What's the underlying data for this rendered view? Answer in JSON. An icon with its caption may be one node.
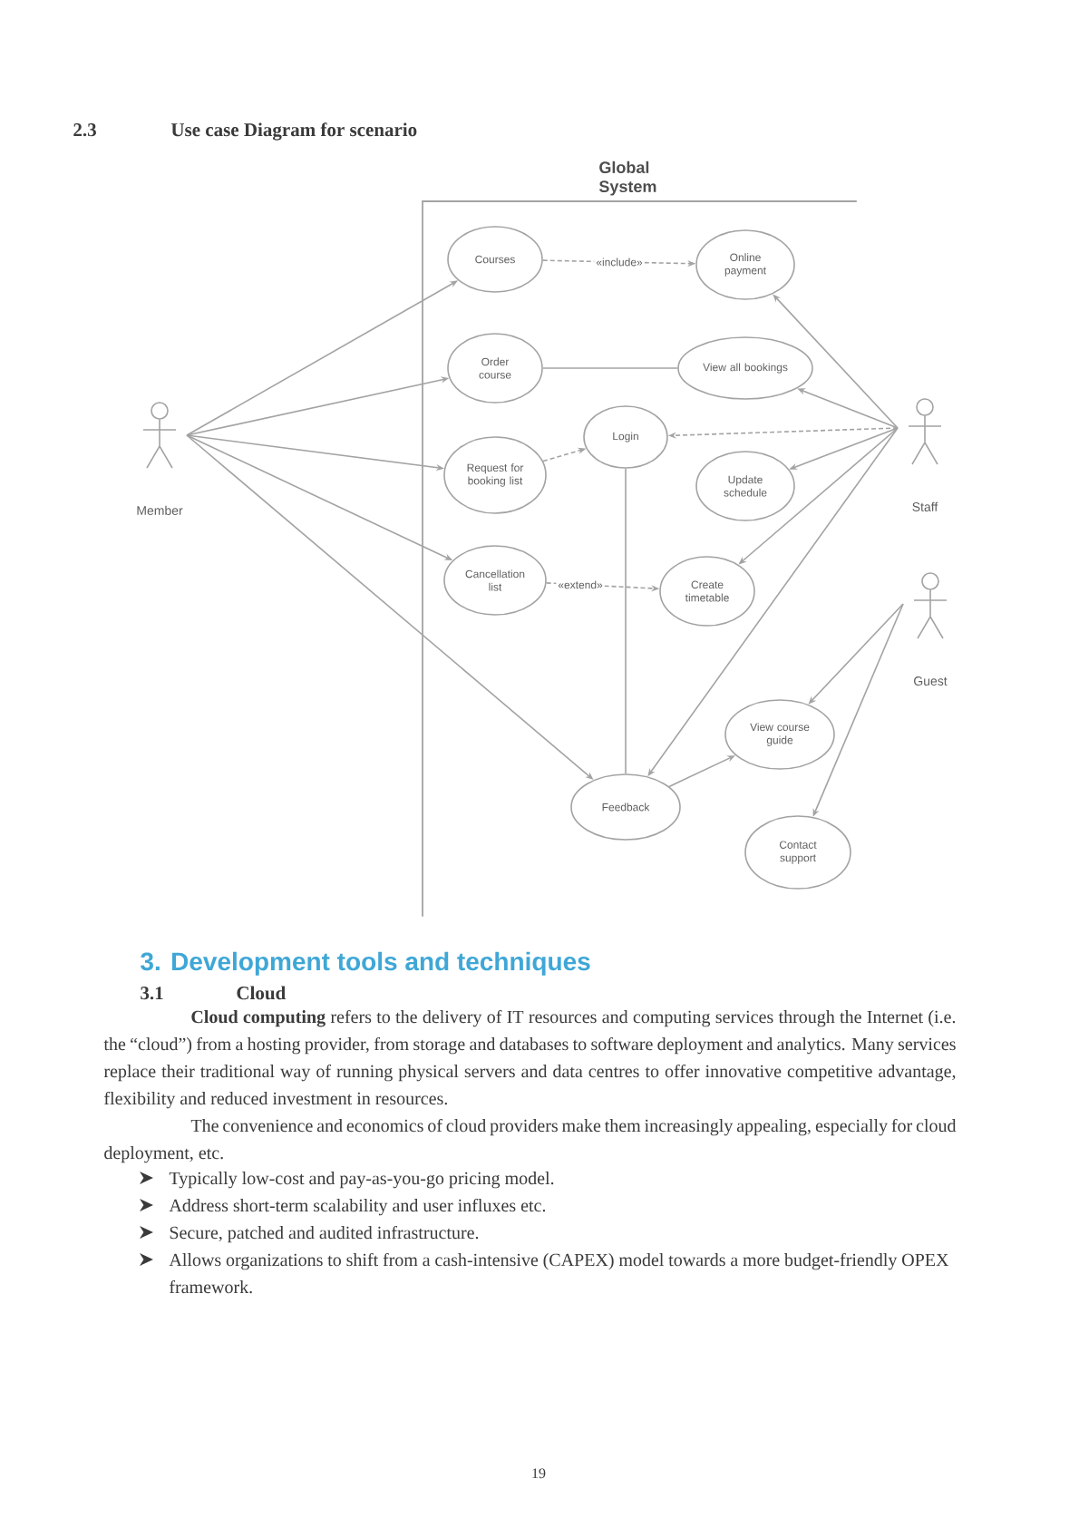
{
  "diagram": {
    "nodes": [
      {
        "text": [
          "Global System"
        ]
      },
      {
        "text": [
          "Courses"
        ],
        "in": 0
      },
      {
        "text": [
          "Order course"
        ],
        "in": 0
      },
      {
        "text": [
          "Request for booking list"
        ],
        "in": 0
      },
      {
        "text": [
          "Cancellation list"
        ],
        "in": 0
      },
      {
        "text": [
          "Login"
        ],
        "in": 0
      },
      {
        "text": [
          "Online payment"
        ],
        "in": 0
      },
      {
        "text": [
          "View all bookings"
        ],
        "in": 0
      },
      {
        "text": [
          "Update schedule"
        ],
        "in": 0
      },
      {
        "text": [
          "Create timetable"
        ],
        "in": 0
      },
      {
        "text": [
          "View course guide"
        ],
        "in": 0
      },
      {
        "text": [
          "Contact support"
        ],
        "in": 0
      },
      {
        "text": [
          "Feedback"
        ],
        "in": 0
      },
      {
        "text": [
          "Member"
        ]
      },
      {
        "text": [
          "Staff"
        ]
      },
      {
        "text": [
          "Guest"
        ]
      }
    ],
    "edges": [
      {
        "from": 13,
        "to": 1,
        "arrow": "to"
      },
      {
        "from": 13,
        "to": 2,
        "arrow": "to"
      },
      {
        "from": 13,
        "to": 3,
        "arrow": "to"
      },
      {
        "from": 13,
        "to": 4,
        "arrow": "to"
      },
      {
        "from": 13,
        "to": 12,
        "arrow": "to"
      },
      {
        "from": 1,
        "to": 6,
        "arrow": "to",
        "style": "dashed",
        "label": "«include»"
      },
      {
        "from": 2,
        "to": 7,
        "arrow": "none"
      },
      {
        "from": 3,
        "to": 5,
        "arrow": "to",
        "style": "dashed"
      },
      {
        "from": 4,
        "to": 9,
        "arrow": "to",
        "style": "dashed",
        "label": "«extend»"
      },
      {
        "from": 5,
        "to": 12,
        "arrow": "none"
      },
      {
        "from": 12,
        "to": 10,
        "arrow": "to"
      },
      {
        "from": 14,
        "to": 5,
        "arrow": "to",
        "style": "dashed"
      },
      {
        "from": 14,
        "to": 6,
        "arrow": "to"
      },
      {
        "from": 14,
        "to": 7,
        "arrow": "to"
      },
      {
        "from": 14,
        "to": 8,
        "arrow": "to"
      },
      {
        "from": 14,
        "to": 9,
        "arrow": "to"
      },
      {
        "from": 14,
        "to": 12,
        "arrow": "to"
      },
      {
        "from": 15,
        "to": 10,
        "arrow": "to"
      },
      {
        "from": 15,
        "to": 11,
        "arrow": "to"
      }
    ],
    "labels": [
      "2.3",
      "Use case Diagram for scenario",
      "3. Development tools and techniques",
      "3.1",
      "Cloud",
      "**Cloud computing** refers to the delivery of IT resources and computing services through the Internet (i.e. the “cloud”) from a hosting provider, from storage and databases to software deployment and analytics. Many services replace their traditional way of running physical servers and data centres to offer innovative competitive advantage, flexibility and reduced investment in resources.",
      "The convenience and economics of cloud providers make them increasingly appealing, especially for cloud deployment, etc.",
      "Typically low-cost and pay-as-you-go pricing model.",
      "Address short-term scalability and user influxes etc.",
      "Secure, patched and audited infrastructure.",
      "Allows organizations to shift from a cash-intensive (CAPEX) model towards a more budget-friendly OPEX framework.",
      "19"
    ]
  }
}
